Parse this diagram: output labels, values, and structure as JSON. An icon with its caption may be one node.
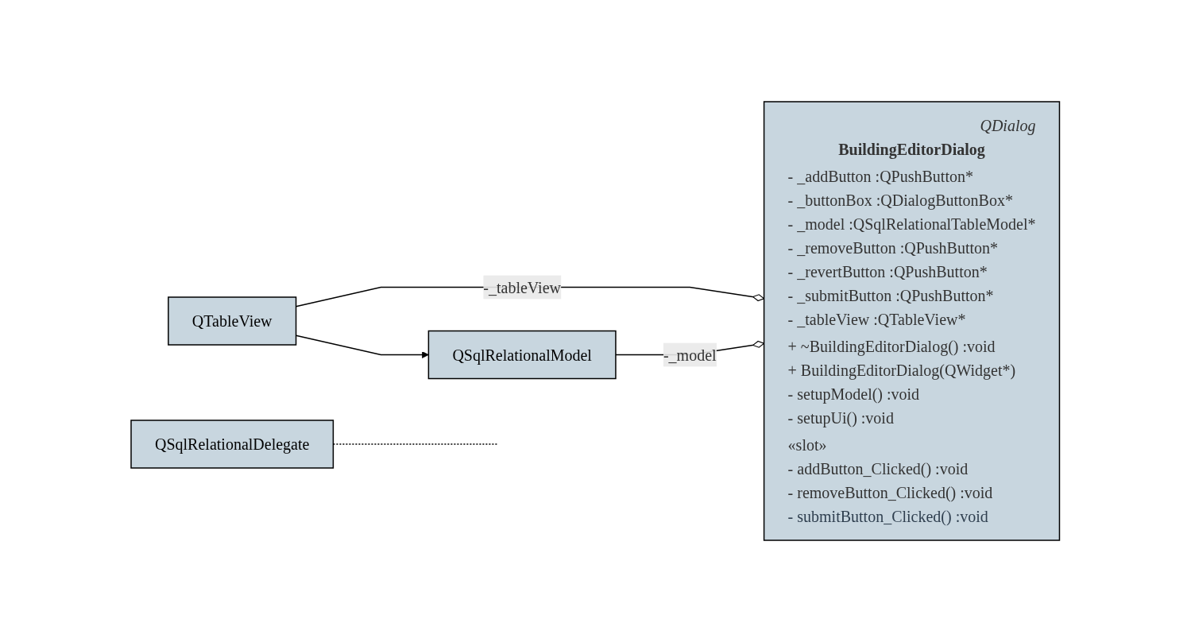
{
  "diagram": {
    "nodes": [
      {
        "text": [
          "QDialog",
          "BuildingEditorDialog",
          "- _addButton :QPushButton*",
          "- _buttonBox :QDialogButtonBox*",
          "- _model :QSqlRelationalTableModel*",
          "- _removeButton :QPushButton*",
          "- _revertButton :QPushButton*",
          "- _submitButton :QPushButton*",
          "- _tableView :QTableView*",
          "+ ~BuildingEditorDialog() :void",
          "+ BuildingEditorDialog(QWidget*)",
          "- setupModel() :void",
          "- setupUi() :void",
          "«slot»",
          "- addButton_Clicked() :void",
          "- removeButton_Clicked() :void",
          "- submitButton_Clicked() :void"
        ]
      },
      {
        "text": [
          "QTableView"
        ]
      },
      {
        "text": [
          "QSqlRelationalDelegate"
        ]
      },
      {
        "text": [
          "QSqlRelationalModel"
        ]
      }
    ],
    "edges": [
      {
        "from": 1,
        "to": 0,
        "arrow": "other",
        "label": "-_tableView"
      },
      {
        "from": 1,
        "to": 3,
        "arrow": "to"
      },
      {
        "from": 2,
        "to": null,
        "arrow": "none",
        "style": "dashed"
      },
      {
        "from": 3,
        "to": 0,
        "arrow": "other",
        "label": "-_model"
      }
    ]
  }
}
